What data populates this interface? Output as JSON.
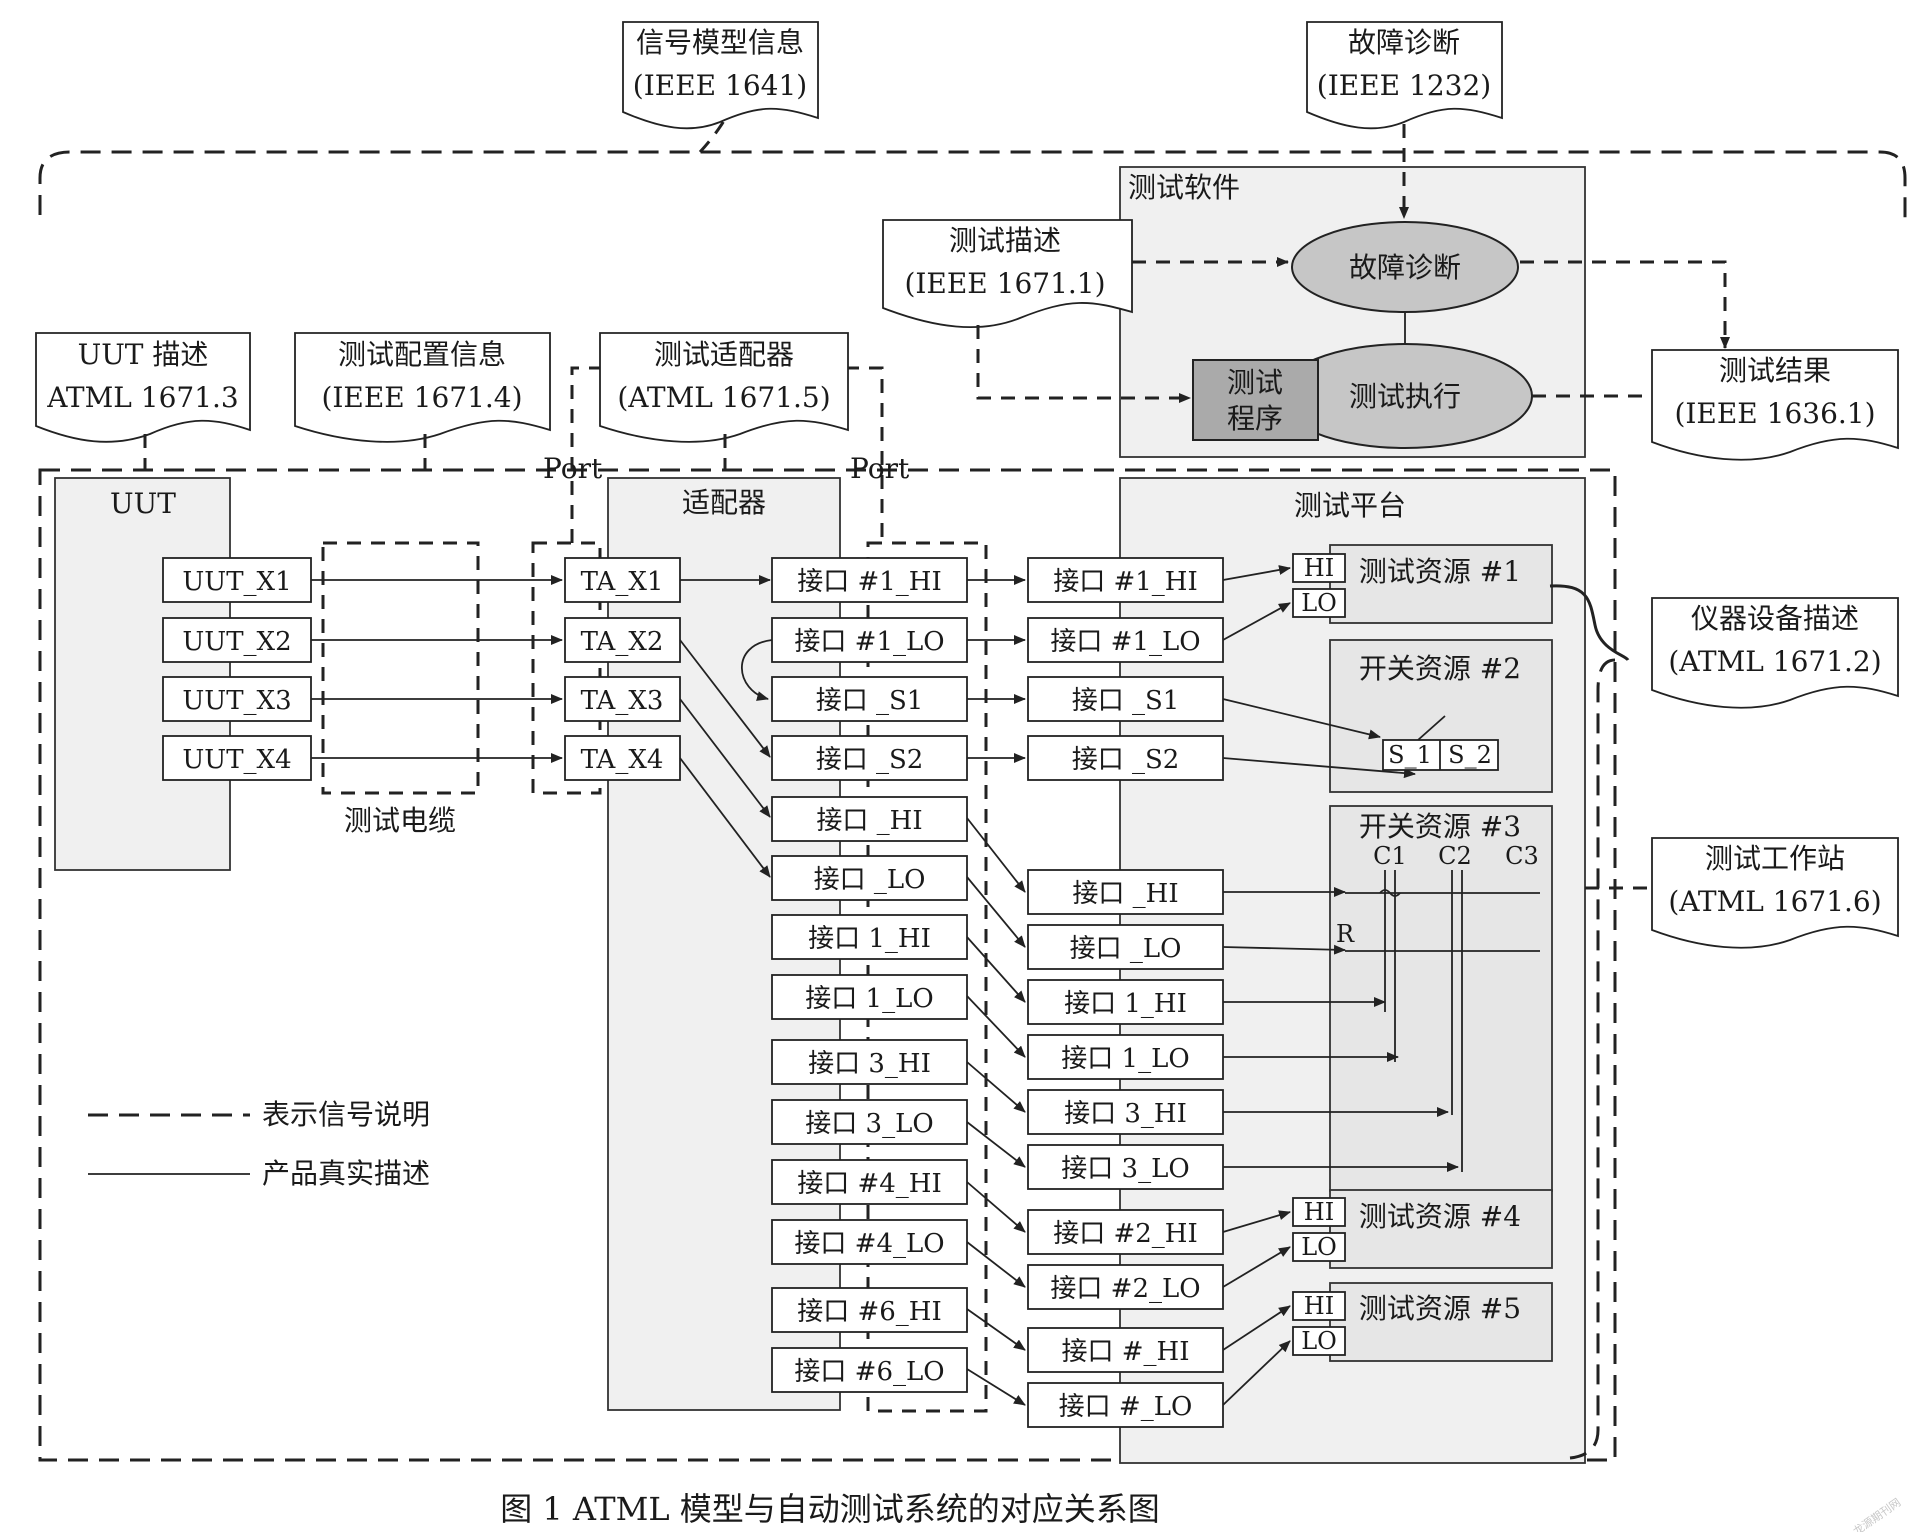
{
  "documents": {
    "signal_model": {
      "line1": "信号模型信息",
      "line2": "(IEEE 1641)"
    },
    "fault_diag_doc": {
      "line1": "故障诊断",
      "line2": "(IEEE 1232)"
    },
    "test_desc": {
      "line1": "测试描述",
      "line2": "(IEEE 1671.1)"
    },
    "test_result": {
      "line1": "测试结果",
      "line2": "(IEEE 1636.1)"
    },
    "uut_desc": {
      "line1": "UUT 描述",
      "line2": "ATML 1671.3"
    },
    "test_config": {
      "line1": "测试配置信息",
      "line2": "(IEEE 1671.4)"
    },
    "test_adapter": {
      "line1": "测试适配器",
      "line2": "(ATML 1671.5)"
    },
    "instrument_desc": {
      "line1": "仪器设备描述",
      "line2": "(ATML 1671.2)"
    },
    "workstation": {
      "line1": "测试工作站",
      "line2": "(ATML 1671.6)"
    }
  },
  "software": {
    "title": "测试软件",
    "fault_diag": "故障诊断",
    "test_exec": "测试执行",
    "program_l1": "测试",
    "program_l2": "程序"
  },
  "port_label": "Port",
  "uut": {
    "title": "UUT",
    "pins": [
      "UUT_X1",
      "UUT_X2",
      "UUT_X3",
      "UUT_X4"
    ]
  },
  "cable_label": "测试电缆",
  "adapter": {
    "title": "适配器",
    "ta_pins": [
      "TA_X1",
      "TA_X2",
      "TA_X3",
      "TA_X4"
    ],
    "interfaces": [
      "接口 #1_HI",
      "接口 #1_LO",
      "接口 _S1",
      "接口 _S2",
      "接口 _HI",
      "接口 _LO",
      "接口 1_HI",
      "接口 1_LO",
      "接口 3_HI",
      "接口 3_LO",
      "接口 #4_HI",
      "接口 #4_LO",
      "接口 #6_HI",
      "接口 #6_LO"
    ]
  },
  "platform": {
    "title": "测试平台",
    "interfaces": [
      "接口 #1_HI",
      "接口 #1_LO",
      "接口 _S1",
      "接口 _S2",
      "接口 _HI",
      "接口 _LO",
      "接口 1_HI",
      "接口 1_LO",
      "接口 3_HI",
      "接口 3_LO",
      "接口 #2_HI",
      "接口 #2_LO",
      "接口 #_HI",
      "接口 #_LO"
    ],
    "resource1": "测试资源 #1",
    "switch2": "开关资源 #2",
    "switch3": "开关资源 #3",
    "resource4": "测试资源 #4",
    "resource5": "测试资源 #5",
    "hi": "HI",
    "lo": "LO",
    "s1": "S_1",
    "s2": "S_2",
    "c1": "C1",
    "c2": "C2",
    "c3": "C3",
    "r": "R"
  },
  "legend": {
    "dashed": "表示信号说明",
    "solid": "产品真实描述"
  },
  "caption": "图 1   ATML 模型与自动测试系统的对应关系图",
  "watermark": "龙源期刊网"
}
